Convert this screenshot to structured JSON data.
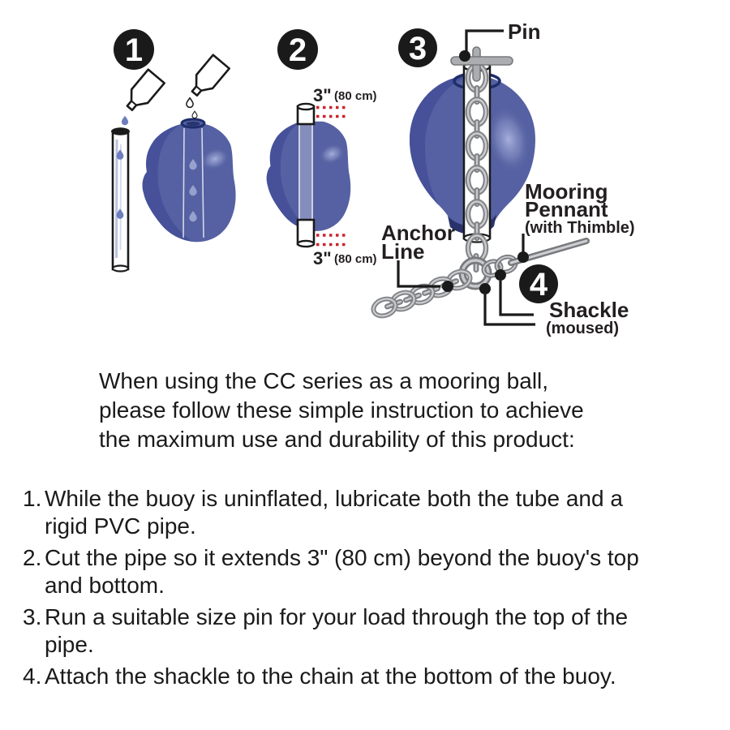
{
  "diagram": {
    "steps": {
      "s1": "1",
      "s2": "2",
      "s3": "3",
      "s4": "4"
    },
    "measurements": {
      "top_value": "3\"",
      "top_unit": "(80 cm)",
      "bottom_value": "3\"",
      "bottom_unit": "(80 cm)"
    },
    "callouts": {
      "pin": "Pin",
      "anchor_line1": "Anchor",
      "anchor_line2": "Line",
      "pennant_line1": "Mooring",
      "pennant_line2": "Pennant",
      "pennant_note": "(with Thimble)",
      "shackle": "Shackle",
      "shackle_note": "(moused)"
    },
    "colors": {
      "buoy_blue": "#5561A2",
      "buoy_dark": "#46519A",
      "buoy_navy": "#28336B",
      "buoy_highlight": "#98A1D0",
      "chain_gray": "#ABADB0",
      "measure_red": "#C9252C",
      "ink": "#231F20"
    }
  },
  "intro": {
    "text": "When using the CC series as a mooring ball,\nplease follow these simple instruction to achieve\nthe maximum use and durability of this product:"
  },
  "instructions": [
    {
      "number": "1.",
      "text": "While the buoy is uninflated, lubricate both the tube and a\nrigid PVC pipe."
    },
    {
      "number": "2.",
      "text": "Cut the pipe so it extends 3\" (80 cm) beyond the buoy's top\nand bottom."
    },
    {
      "number": "3.",
      "text": "Run a suitable size pin for your load through the top of the\npipe."
    },
    {
      "number": "4.",
      "text": "Attach the shackle to the chain at the bottom of the buoy."
    }
  ]
}
